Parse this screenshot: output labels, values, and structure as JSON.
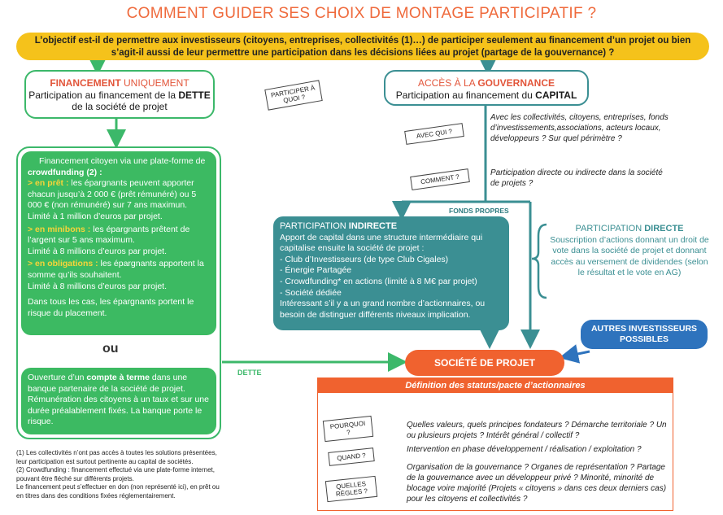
{
  "title": "COMMENT GUIDER SES CHOIX DE MONTAGE PARTICIPATIF ?",
  "question": "L’objectif est-il de permettre aux investisseurs (citoyens, entreprises, collectivités (1)…) de participer seulement au financement d’un projet ou bien s’agit-il aussi de leur permettre une participation dans les décisions liées au projet (partage de la gouvernance) ?",
  "financement": {
    "title_a": "FINANCEMENT",
    "title_b": " UNIQUEMENT",
    "sub_a": "Participation au financement de la ",
    "sub_b": "DETTE",
    "sub_c": " de la société de projet"
  },
  "gouvernance": {
    "title_a": "ACCÈS À LA ",
    "title_b": "GOUVERNANCE",
    "sub_a": "Participation au financement du ",
    "sub_b": "CAPITAL"
  },
  "rot_labels": {
    "participer": "PARTICIPER À QUOI ?",
    "avec_qui": "AVEC QUI ?",
    "comment": "COMMENT ?",
    "pourquoi": "POURQUOI ?",
    "quand": "QUAND ?",
    "quelles_regles": "QUELLES RÈGLES ?"
  },
  "avec_qui_text": "Avec les collectivités, citoyens, entreprises, fonds d’investissements,associations, acteurs locaux, développeurs ? Sur quel périmètre ?",
  "comment_text": "Participation directe ou indirecte dans la société de projets ?",
  "crowdfunding": {
    "intro": "Financement citoyen via une plate-forme de",
    "intro_bold": "crowdfunding (2) :",
    "pret_label": "> en prêt :",
    "pret_text": " les épargnants peuvent apporter chacun jusqu’à 2 000 € (prêt rémunéré) ou 5 000 € (non rémunéré) sur 7 ans maximun.",
    "pret_limit": "Limité à 1 million d’euros par projet.",
    "minibons_label": "> en minibons :",
    "minibons_text": " les épargnants prêtent de l’argent sur 5 ans maximum.",
    "minibons_limit": "Limité à 8  millions d’euros par projet.",
    "oblig_label": "> en obligations :",
    "oblig_text": " les épargnants apportent la somme qu’ils souhaitent.",
    "oblig_limit": "Limité à 8  millions d’euros par projet.",
    "risk": "Dans tous les cas, les épargnants portent le risque du placement."
  },
  "ou": "ou",
  "compte": {
    "a": "Ouverture d’un ",
    "b": "compte à terme",
    "c": " dans une banque partenaire de la société de projet. Rémunération des citoyens à un taux et sur une durée préalablement fixés. La banque porte le risque."
  },
  "fonds_propres": "FONDS PROPRES",
  "dette": "DETTE",
  "indirecte": {
    "title_a": "PARTICIPATION ",
    "title_b": "INDIRECTE",
    "intro": "Apport de capital dans une structure intermédiaire qui capitalise ensuite la société de projet :",
    "items": [
      "- Club d’Investisseurs (de type Club Cigales)",
      "- Énergie Partagée",
      "- Crowdfunding* en actions (limité à 8  M€ par projet)",
      "- Société dédiée"
    ],
    "outro": "Intéressant s’il y a un grand nombre d’actionnaires, ou besoin de distinguer différents niveaux implication."
  },
  "directe": {
    "title_a": "PARTICIPATION ",
    "title_b": "DIRECTE",
    "text": "Souscription d’actions donnant un droit de vote dans la société de projet et donnant accès au versement de dividendes (selon le résultat et le vote en AG)"
  },
  "autres": "AUTRES INVESTISSEURS POSSIBLES",
  "societe": "SOCIÉTÉ DE PROJET",
  "definition": "Définition des statuts/pacte d’actionnaires",
  "pourquoi_text": "Quelles valeurs, quels principes fondateurs ?  Démarche territoriale ? Un ou plusieurs projets ? Intérêt général / collectif ?",
  "quand_text": "Intervention en phase développement / réalisation / exploitation ?",
  "regles_text": "Organisation de la gouvernance ? Organes de représentation ? Partage de la gouvernance avec un développeur privé ? Minorité, minorité de blocage voire majorité (Projets « citoyens » dans ces deux derniers cas) pour les citoyens et collectivités ?",
  "footnotes": [
    "(1) Les collectivités n’ont pas accès à toutes les solutions présentées, leur participation est surtout pertinente au capital de sociétés.",
    "(2) Crowdfunding : financement effectué via une plate-forme internet, pouvant être fléché sur différents projets.",
    "Le financement peut s’effectuer en don (non représenté ici), en prêt ou en titres dans des conditions fixées réglementairement."
  ],
  "colors": {
    "orange": "#f0622f",
    "green": "#3cba62",
    "teal": "#3b8f93",
    "yellow": "#f5c21b",
    "blue": "#2e73bd"
  }
}
